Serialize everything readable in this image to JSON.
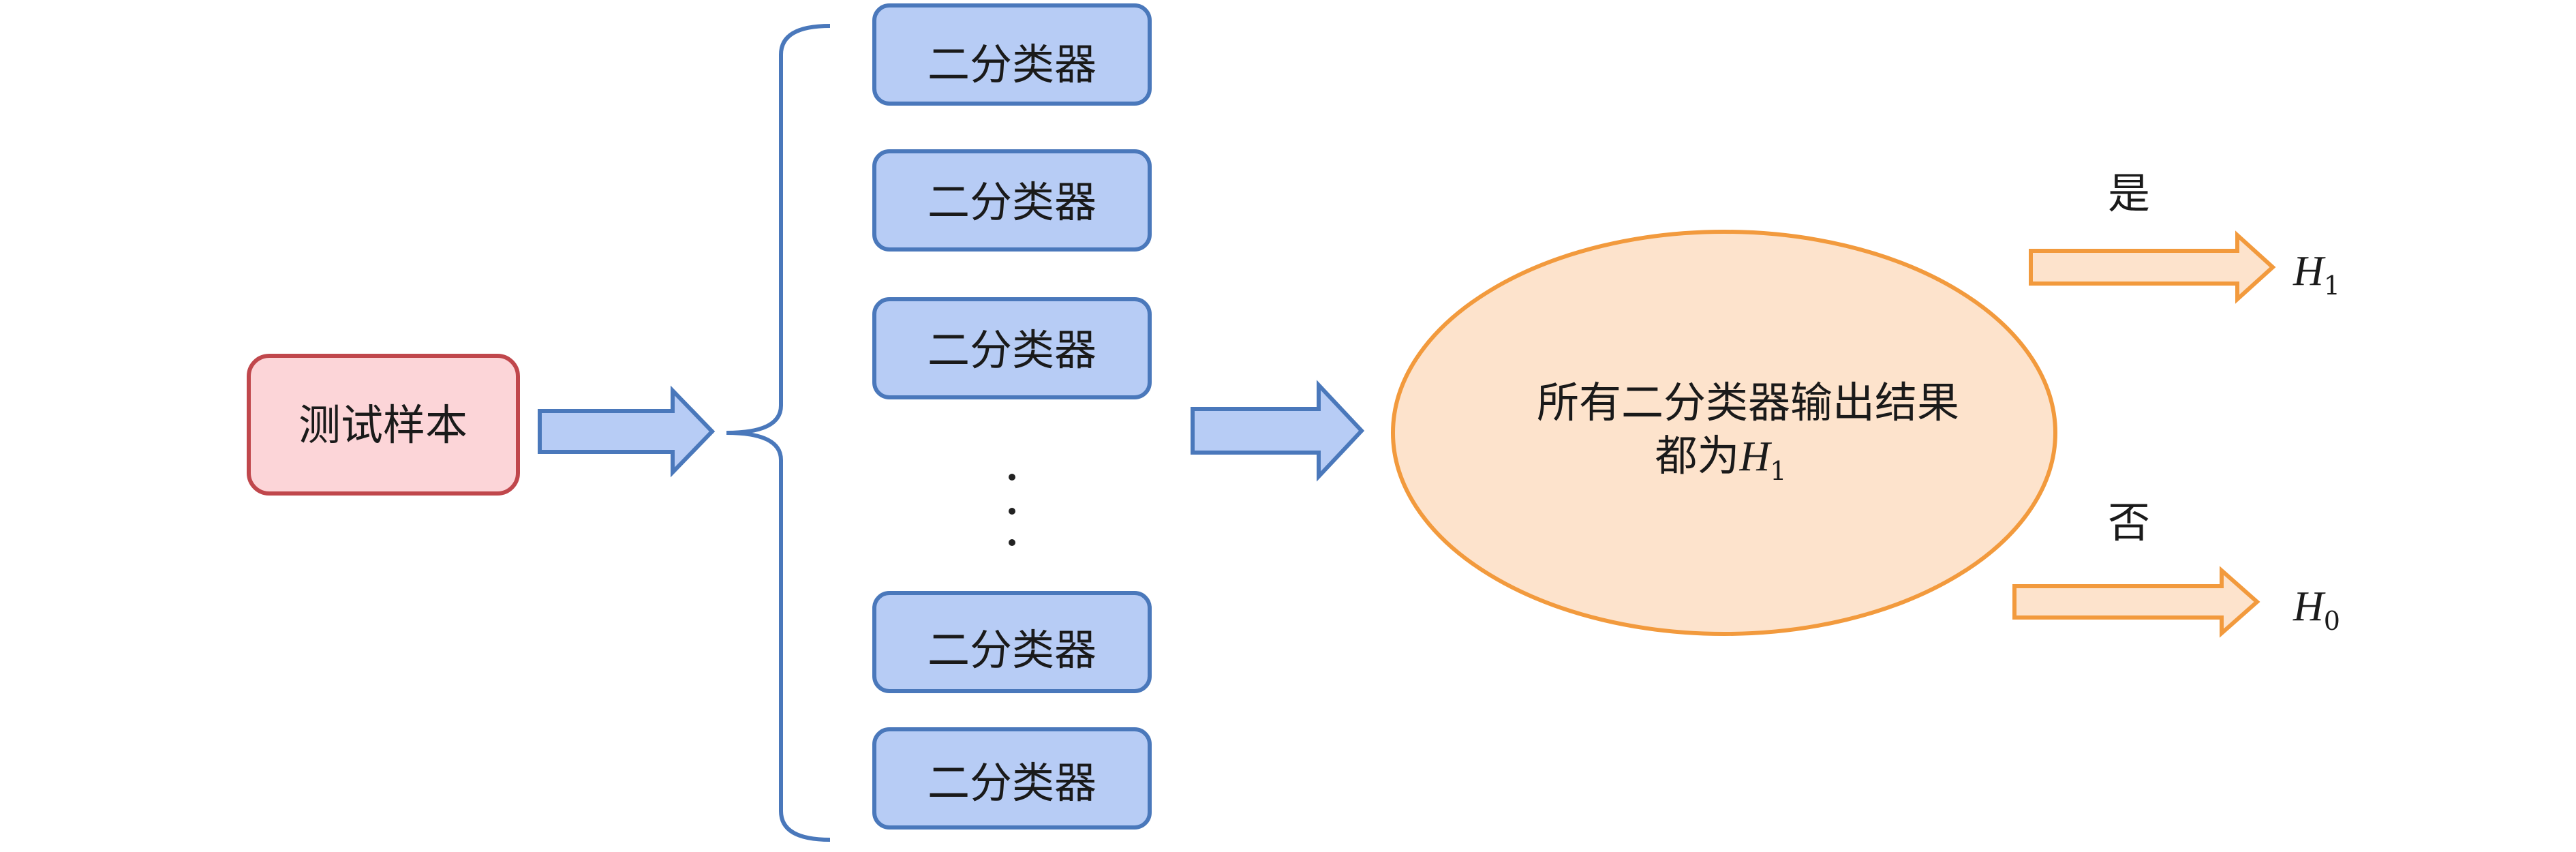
{
  "test_sample": {
    "label": "测试样本"
  },
  "classifiers": [
    {
      "label": "二分类器"
    },
    {
      "label": "二分类器"
    },
    {
      "label": "二分类器"
    },
    {
      "label": "二分类器"
    },
    {
      "label": "二分类器"
    }
  ],
  "ellipsis": "⋮",
  "decision": {
    "line1": "所有二分类器输出结果",
    "line2_prefix": "都为",
    "line2_var": "H",
    "line2_sub": "1"
  },
  "outcomes": {
    "yes": {
      "label": "是",
      "var": "H",
      "sub": "1"
    },
    "no": {
      "label": "否",
      "var": "H",
      "sub": "0"
    }
  },
  "colors": {
    "sample_fill": "#fcd5d8",
    "sample_stroke": "#c0474c",
    "classifier_fill": "#b7ccf5",
    "classifier_stroke": "#4a78bb",
    "blue_arrow_fill": "#b7ccf5",
    "blue_arrow_stroke": "#4a78bb",
    "ellipse_fill": "#fde3cc",
    "ellipse_stroke": "#f29a3d",
    "orange_arrow_fill": "#fde3cc",
    "orange_arrow_stroke": "#f29a3d"
  }
}
